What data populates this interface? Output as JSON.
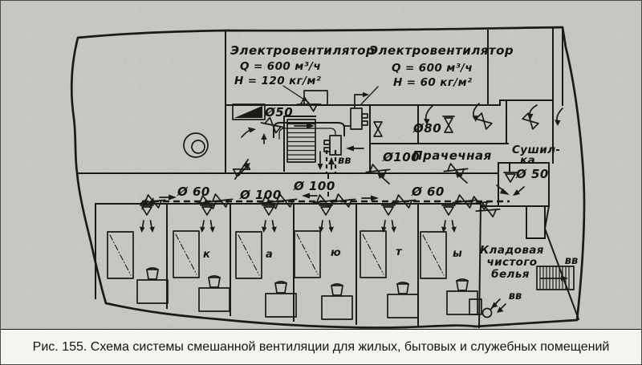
{
  "caption": "Рис. 155. Схема системы смешанной вентиляции для жилых, бытовых и служебных помещений",
  "fan_left": {
    "title": "Электровентилятор",
    "flow": "Q = 600 м³/ч",
    "pressure": "H = 120 кг/м²"
  },
  "fan_right": {
    "title": "Электровентилятор",
    "flow": "Q = 600 м³/ч",
    "pressure": "H = 60 кг/м²"
  },
  "rooms": {
    "laundry": "Прачечная",
    "dryer_line1": "Сушил-",
    "dryer_line2": "ка",
    "storage_line1": "Кладовая",
    "storage_line2": "чистого",
    "storage_line3": "белья"
  },
  "cabins": {
    "letters": [
      "к",
      "а",
      "ю",
      "т",
      "ы"
    ]
  },
  "duct_labels": {
    "top": "Ø50",
    "laundry_supply": "Ø80",
    "laundry_main": "Ø100",
    "dryer": "Ø 50",
    "corridor_left": "Ø 60",
    "corridor_mid1": "Ø 100",
    "corridor_mid2": "Ø 100",
    "corridor_right": "Ø 60"
  },
  "markers": {
    "exhaust_fans": "вв",
    "exhaust_stairs": "вв",
    "exhaust_storage": "вв"
  }
}
